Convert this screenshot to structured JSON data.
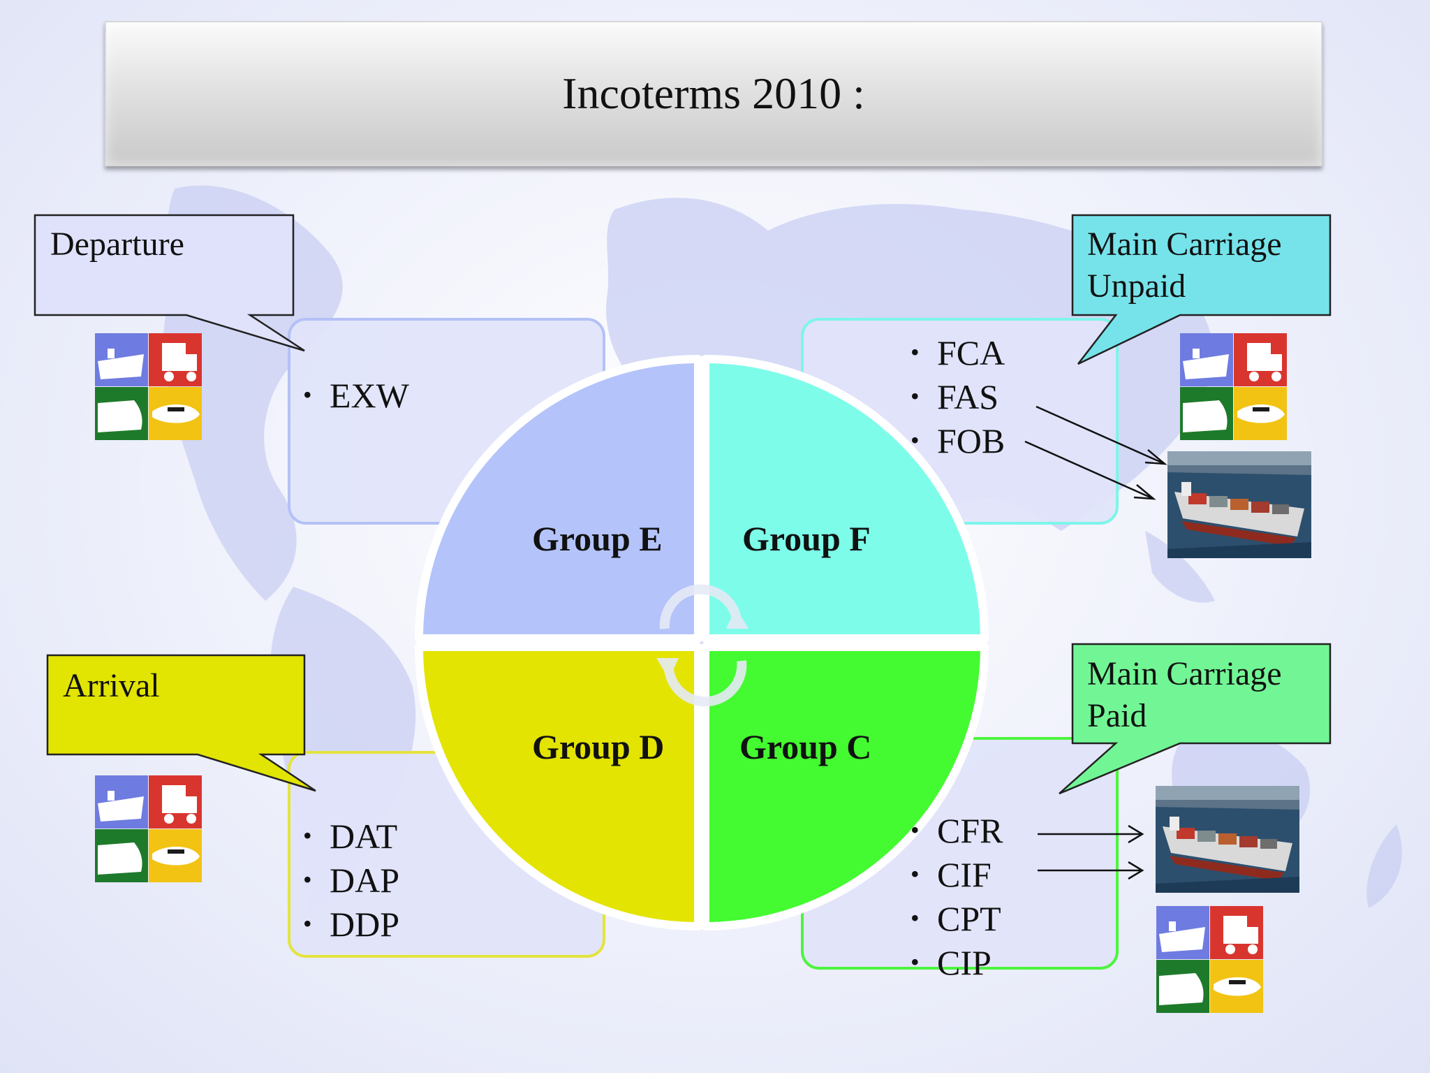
{
  "title": "Incoterms 2010 :",
  "groups": {
    "e": {
      "label": "Group E",
      "color": "#b4c4fa",
      "terms": [
        "EXW"
      ]
    },
    "f": {
      "label": "Group F",
      "color": "#7dfde9",
      "terms": [
        "FCA",
        "FAS",
        "FOB"
      ]
    },
    "d": {
      "label": "Group D",
      "color": "#e3e402",
      "terms": [
        "DAT",
        "DAP",
        "DDP"
      ]
    },
    "c": {
      "label": "Group C",
      "color": "#43fb30",
      "terms": [
        "CFR",
        "CIF",
        "CPT",
        "CIP"
      ]
    }
  },
  "callouts": {
    "departure": {
      "text": "Departure",
      "color": "#e0e2fb"
    },
    "unpaid": {
      "line1": "Main Carriage",
      "line2": "Unpaid",
      "color": "#76e3ea"
    },
    "arrival": {
      "text": "Arrival",
      "color": "#e2e402"
    },
    "paid": {
      "line1": "Main Carriage",
      "line2": "Paid",
      "color": "#72f695"
    }
  },
  "icons": {
    "transport": "transport-modes-icon",
    "ship": "container-ship-photo"
  }
}
